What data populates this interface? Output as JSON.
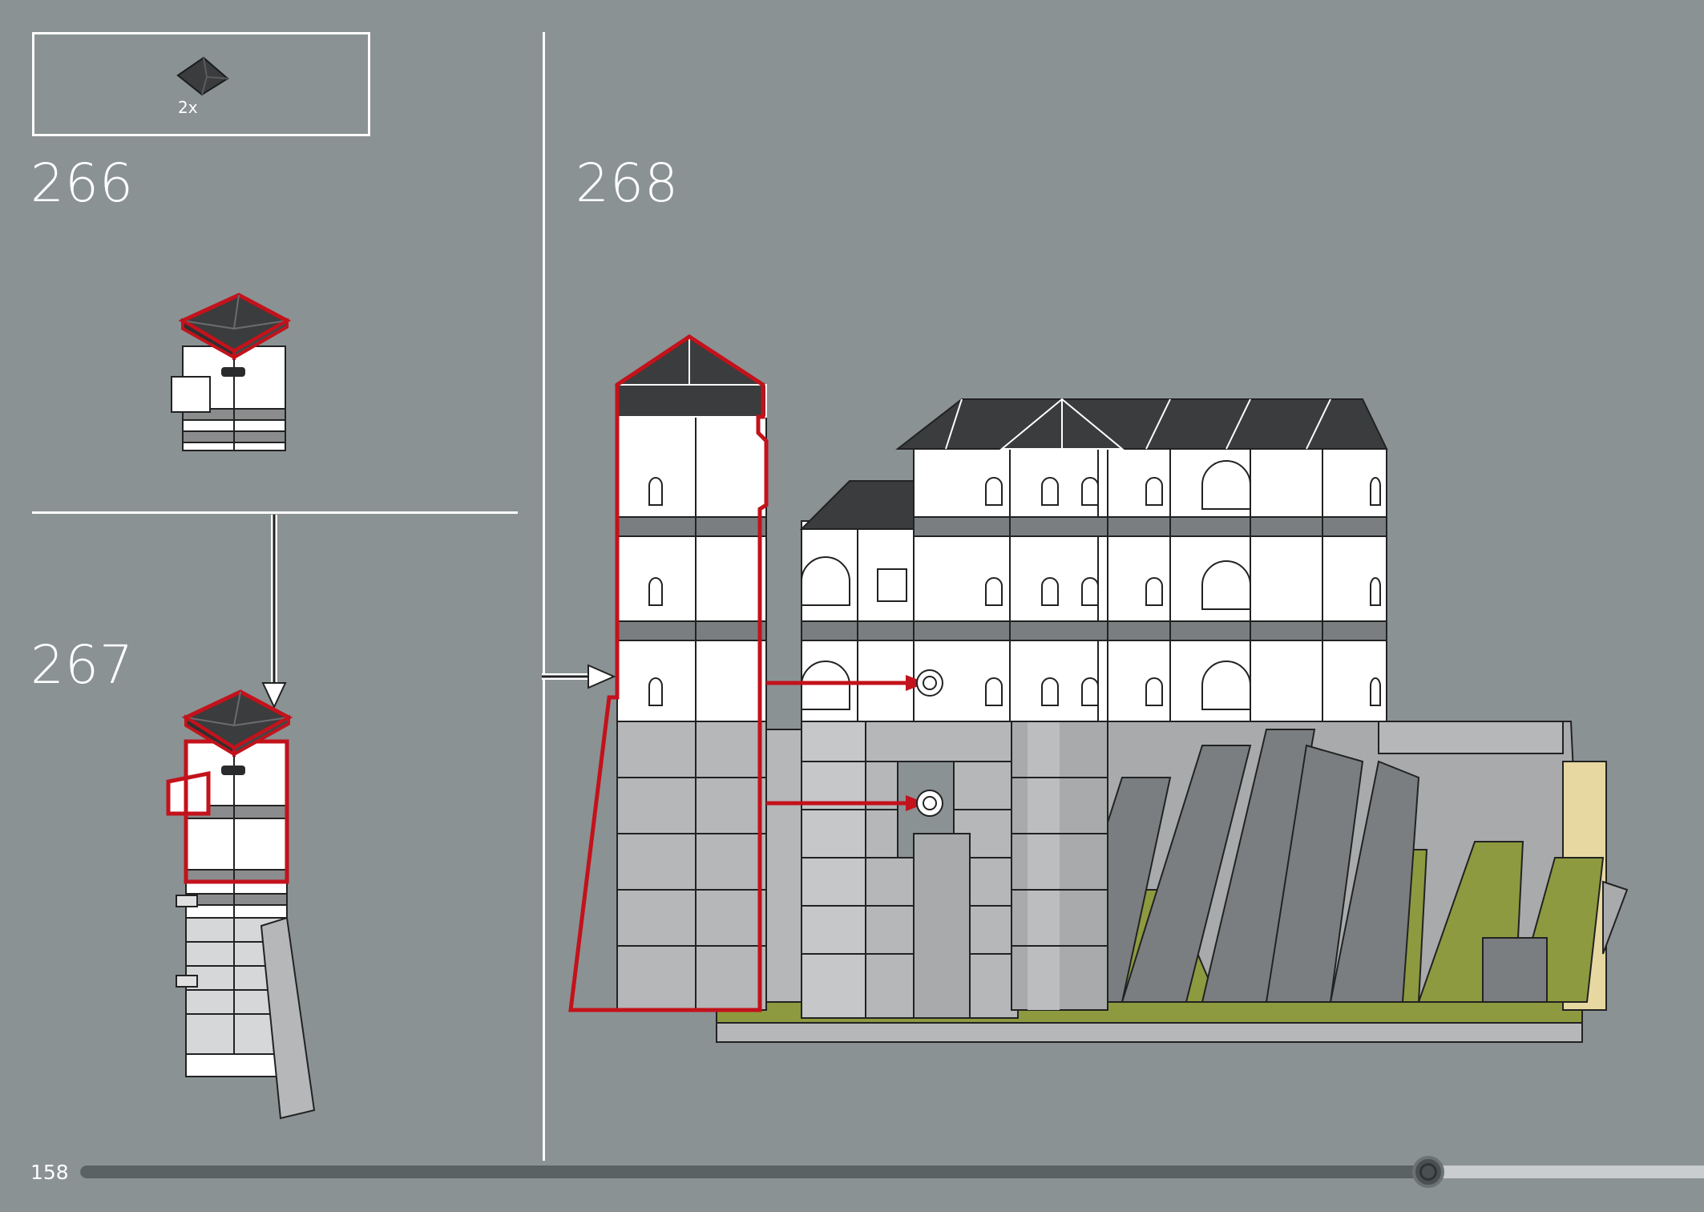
{
  "page": {
    "number": "158"
  },
  "parts_callout": {
    "quantity": "2x",
    "part_icon": "dark-roof-slope-piece-icon"
  },
  "steps": [
    {
      "number": "266"
    },
    {
      "number": "267"
    },
    {
      "number": "268"
    }
  ],
  "progress": {
    "fraction": 0.83
  },
  "colors": {
    "background": "#8a9294",
    "roof": "#3a3c3d",
    "highlight": "#c3121b",
    "white_brick": "#ffffff",
    "stone": "#b5b7b8",
    "dark_stone": "#7b7e80",
    "moss": "#8e9a3f",
    "tan": "#e7d8a2"
  }
}
